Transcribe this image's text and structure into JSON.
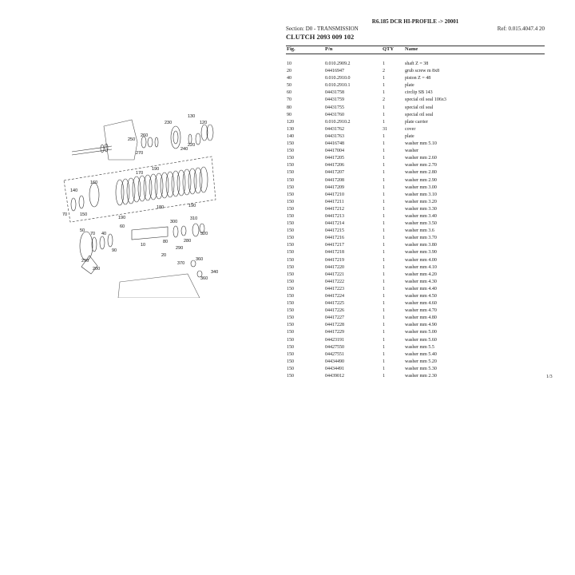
{
  "header": {
    "title": "R6.185 DCR HI-PROFILE -> 20001",
    "section": "Section: D0 - TRANSMISSION",
    "ref": "Ref: 0.015.4047.4 20",
    "clutch": "CLUTCH 2093 009 102"
  },
  "table": {
    "col_fig": "Fig.",
    "col_pn": "P/n",
    "col_qty": "QTY",
    "col_name": "Name",
    "rows": [
      {
        "fig": "10",
        "pn": "0.010.2909.2",
        "qty": "1",
        "name": "shaft Z = 38"
      },
      {
        "fig": "20",
        "pn": "04416947",
        "qty": "2",
        "name": "grub screw m 8x8"
      },
      {
        "fig": "40",
        "pn": "0.010.2910.0",
        "qty": "1",
        "name": "piston Z = 48"
      },
      {
        "fig": "50",
        "pn": "0.010.2910.1",
        "qty": "1",
        "name": "plate"
      },
      {
        "fig": "60",
        "pn": "04431758",
        "qty": "1",
        "name": "circlip SB 143"
      },
      {
        "fig": "70",
        "pn": "04431759",
        "qty": "2",
        "name": "special oil seal 106x3"
      },
      {
        "fig": "80",
        "pn": "04431755",
        "qty": "1",
        "name": "special oil seal"
      },
      {
        "fig": "90",
        "pn": "04431760",
        "qty": "1",
        "name": "special oil seal"
      },
      {
        "fig": "120",
        "pn": "0.010.2910.2",
        "qty": "1",
        "name": "plate carrier"
      },
      {
        "fig": "130",
        "pn": "04431762",
        "qty": "31",
        "name": "cover"
      },
      {
        "fig": "140",
        "pn": "04431763",
        "qty": "1",
        "name": "plate"
      },
      {
        "fig": "150",
        "pn": "04416748",
        "qty": "1",
        "name": "washer mm 5.10"
      },
      {
        "fig": "150",
        "pn": "04417004",
        "qty": "1",
        "name": "washer"
      },
      {
        "fig": "150",
        "pn": "04417205",
        "qty": "1",
        "name": "washer mm 2.60"
      },
      {
        "fig": "150",
        "pn": "04417206",
        "qty": "1",
        "name": "washer mm 2.70"
      },
      {
        "fig": "150",
        "pn": "04417207",
        "qty": "1",
        "name": "washer mm 2.80"
      },
      {
        "fig": "150",
        "pn": "04417208",
        "qty": "1",
        "name": "washer mm 2.90"
      },
      {
        "fig": "150",
        "pn": "04417209",
        "qty": "1",
        "name": "washer mm 3.00"
      },
      {
        "fig": "150",
        "pn": "04417210",
        "qty": "1",
        "name": "washer mm 3.10"
      },
      {
        "fig": "150",
        "pn": "04417211",
        "qty": "1",
        "name": "washer mm 3.20"
      },
      {
        "fig": "150",
        "pn": "04417212",
        "qty": "1",
        "name": "washer mm 3.30"
      },
      {
        "fig": "150",
        "pn": "04417213",
        "qty": "1",
        "name": "washer mm 3.40"
      },
      {
        "fig": "150",
        "pn": "04417214",
        "qty": "1",
        "name": "washer mm 3.50"
      },
      {
        "fig": "150",
        "pn": "04417215",
        "qty": "1",
        "name": "washer mm 3.6"
      },
      {
        "fig": "150",
        "pn": "04417216",
        "qty": "1",
        "name": "washer mm 3.70"
      },
      {
        "fig": "150",
        "pn": "04417217",
        "qty": "1",
        "name": "washer mm 3.80"
      },
      {
        "fig": "150",
        "pn": "04417218",
        "qty": "1",
        "name": "washer mm 3.90"
      },
      {
        "fig": "150",
        "pn": "04417219",
        "qty": "1",
        "name": "washer mm 4.00"
      },
      {
        "fig": "150",
        "pn": "04417220",
        "qty": "1",
        "name": "washer mm 4.10"
      },
      {
        "fig": "150",
        "pn": "04417221",
        "qty": "1",
        "name": "washer mm 4.20"
      },
      {
        "fig": "150",
        "pn": "04417222",
        "qty": "1",
        "name": "washer mm 4.30"
      },
      {
        "fig": "150",
        "pn": "04417223",
        "qty": "1",
        "name": "washer mm 4.40"
      },
      {
        "fig": "150",
        "pn": "04417224",
        "qty": "1",
        "name": "washer mm 4.50"
      },
      {
        "fig": "150",
        "pn": "04417225",
        "qty": "1",
        "name": "washer mm 4.60"
      },
      {
        "fig": "150",
        "pn": "04417226",
        "qty": "1",
        "name": "washer mm 4.70"
      },
      {
        "fig": "150",
        "pn": "04417227",
        "qty": "1",
        "name": "washer mm 4.80"
      },
      {
        "fig": "150",
        "pn": "04417228",
        "qty": "1",
        "name": "washer mm 4.90"
      },
      {
        "fig": "150",
        "pn": "04417229",
        "qty": "1",
        "name": "washer mm 5.00"
      },
      {
        "fig": "150",
        "pn": "04423191",
        "qty": "1",
        "name": "washer mm 5.60"
      },
      {
        "fig": "150",
        "pn": "04427550",
        "qty": "1",
        "name": "washer mm 5.5"
      },
      {
        "fig": "150",
        "pn": "04427551",
        "qty": "1",
        "name": "washer mm 5.40"
      },
      {
        "fig": "150",
        "pn": "04434490",
        "qty": "1",
        "name": "washer mm 5.20"
      },
      {
        "fig": "150",
        "pn": "04434491",
        "qty": "1",
        "name": "washer mm 5.30"
      },
      {
        "fig": "150",
        "pn": "04439012",
        "qty": "1",
        "name": "washer mm 2.30"
      }
    ]
  },
  "page_number": "1/3",
  "diagram": {
    "callouts": [
      "130",
      "230",
      "120",
      "250",
      "260",
      "270",
      "240",
      "220",
      "190",
      "170",
      "160",
      "140",
      "180",
      "150",
      "70",
      "190",
      "190",
      "60",
      "50",
      "70",
      "40",
      "300",
      "310",
      "320",
      "10",
      "80",
      "280",
      "290",
      "20",
      "90",
      "210",
      "200",
      "370",
      "360",
      "340",
      "360"
    ]
  }
}
